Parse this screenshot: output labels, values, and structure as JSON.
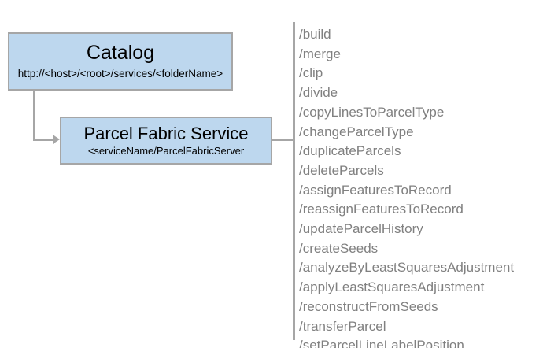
{
  "diagram": {
    "nodes": [
      {
        "id": "catalog",
        "title": "Catalog",
        "subtitle": "http://<host>/<root>/services/<folderName>"
      },
      {
        "id": "parcel-fabric-service",
        "title": "Parcel Fabric Service",
        "subtitle": "<serviceName/ParcelFabricServer"
      }
    ],
    "operations": [
      "/build",
      "/merge",
      "/clip",
      "/divide",
      "/copyLinesToParcelType",
      "/changeParcelType",
      "/duplicateParcels",
      "/deleteParcels",
      "/assignFeaturesToRecord",
      "/reassignFeaturesToRecord",
      "/updateParcelHistory",
      "/createSeeds",
      "/analyzeByLeastSquaresAdjustment",
      "/applyLeastSquaresAdjustment",
      "/reconstructFromSeeds",
      "/transferParcel",
      "/setParcelLineLabelPosition"
    ],
    "colors": {
      "node_fill": "#bdd7ee",
      "node_border": "#a6a6a6",
      "connector": "#a6a6a6",
      "operation_text": "#808080",
      "node_text": "#000000",
      "background": "#ffffff"
    }
  }
}
